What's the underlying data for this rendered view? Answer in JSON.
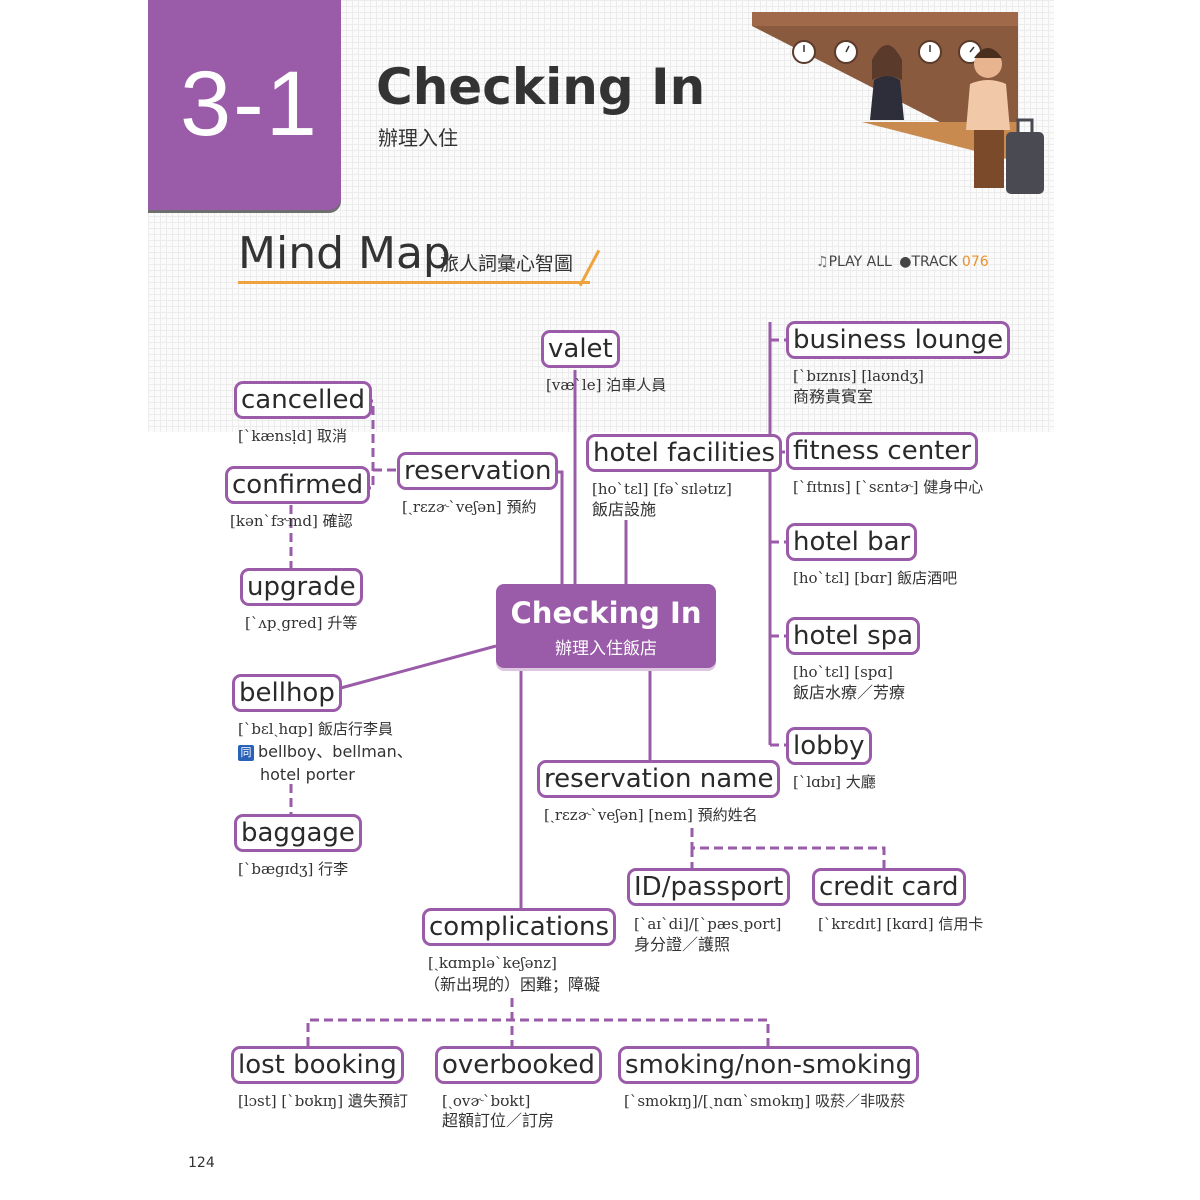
{
  "header": {
    "chapter": "3-1",
    "title": "Checking In",
    "subtitle": "辦理入住"
  },
  "mindmap_header": {
    "title": "Mind Map",
    "subtitle": "旅人詞彙心智圖",
    "play_all": "PLAY ALL",
    "track_label": "TRACK",
    "track_number": "076"
  },
  "center": {
    "title": "Checking In",
    "subtitle": "辦理入住飯店"
  },
  "nodes": {
    "valet": {
      "word": "valet",
      "pron": "[væˋle]",
      "meaning": "泊車人員"
    },
    "cancelled": {
      "word": "cancelled",
      "pron": "[ˋkænsḷd]",
      "meaning": "取消"
    },
    "confirmed": {
      "word": "confirmed",
      "pron": "[kənˋfɝmd]",
      "meaning": "確認"
    },
    "reservation": {
      "word": "reservation",
      "pron": "[ˏrɛzɚˋveʃən]",
      "meaning": "預約"
    },
    "upgrade": {
      "word": "upgrade",
      "pron": "[ˋʌpˏgred]",
      "meaning": "升等"
    },
    "hotel_facilities": {
      "word": "hotel facilities",
      "pron": "[hoˋtɛl] [fəˋsɪlətɪz]",
      "meaning": "飯店設施"
    },
    "business_lounge": {
      "word": "business lounge",
      "pron": "[ˋbɪznɪs] [laʊndʒ]",
      "meaning": "商務貴賓室"
    },
    "fitness_center": {
      "word": "fitness center",
      "pron": "[ˋfɪtnɪs] [ˋsɛntɚ]",
      "meaning": "健身中心"
    },
    "hotel_bar": {
      "word": "hotel bar",
      "pron": "[hoˋtɛl] [bɑr]",
      "meaning": "飯店酒吧"
    },
    "hotel_spa": {
      "word": "hotel spa",
      "pron": "[hoˋtɛl] [spɑ]",
      "meaning": "飯店水療／芳療"
    },
    "lobby": {
      "word": "lobby",
      "pron": "[ˋlɑbɪ]",
      "meaning": "大廳"
    },
    "bellhop": {
      "word": "bellhop",
      "pron": "[ˋbɛlˏhɑp]",
      "meaning": "飯店行李員",
      "syn_badge": "同",
      "syn_line1": "bellboy、bellman、",
      "syn_line2": "hotel porter"
    },
    "baggage": {
      "word": "baggage",
      "pron": "[ˋbægɪdʒ]",
      "meaning": "行李"
    },
    "reservation_name": {
      "word": "reservation name",
      "pron": "[ˏrɛzɚˋveʃən] [nem]",
      "meaning": "預約姓名"
    },
    "id_passport": {
      "word": "ID/passport",
      "pron": "[ˋaɪˋdi]/[ˋpæsˏport]",
      "meaning": "身分證／護照"
    },
    "credit_card": {
      "word": "credit card",
      "pron": "[ˋkrɛdɪt] [kɑrd]",
      "meaning": "信用卡"
    },
    "complications": {
      "word": "complications",
      "pron": "[ˏkɑmpləˋkeʃənz]",
      "meaning": "（新出現的）困難；障礙"
    },
    "lost_booking": {
      "word": "lost booking",
      "pron": "[lɔst] [ˋbʊkɪŋ]",
      "meaning": "遺失預訂"
    },
    "overbooked": {
      "word": "overbooked",
      "pron": "[ˏovɚˋbʊkt]",
      "meaning": "超額訂位／訂房"
    },
    "smoking": {
      "word": "smoking/non-smoking",
      "pron": "[ˋsmokɪŋ]/[ˏnɑnˋsmokɪŋ]",
      "meaning": "吸菸／非吸菸"
    }
  },
  "footer": {
    "page_number": "124"
  },
  "colors": {
    "accent": "#9a5ba8",
    "orange": "#f0a23c",
    "text": "#2a2a2a"
  },
  "icons": [
    "headphones-icon",
    "disc-icon",
    "synonym-badge-icon"
  ]
}
